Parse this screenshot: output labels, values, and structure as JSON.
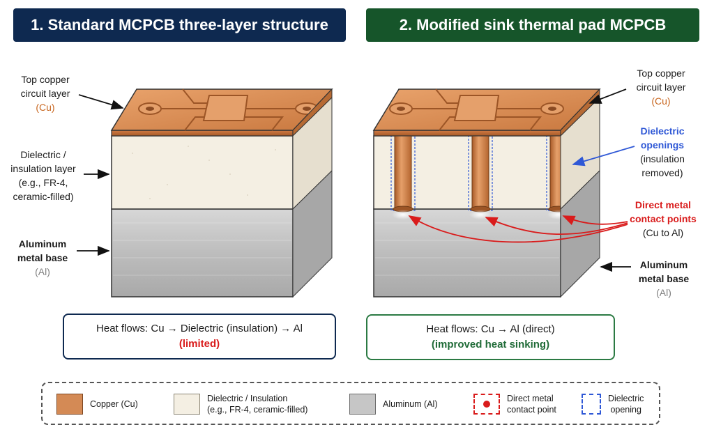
{
  "titles": {
    "left": "1. Standard MCPCB three-layer structure",
    "right": "2. Modified sink thermal pad MCPCB"
  },
  "colors": {
    "copper": "#d48a55",
    "dielectric": "#f4efe3",
    "aluminum": "#c6c6c6",
    "navy": "#0e2950",
    "green": "#16552a",
    "red": "#d91b1b",
    "blue": "#2f58d6"
  },
  "left_labels": {
    "copper": [
      "Top copper",
      "circuit layer",
      "(Cu)"
    ],
    "dielectric": [
      "Dielectric /",
      "insulation layer",
      "(e.g., FR-4,",
      "ceramic-filled)"
    ],
    "aluminum": [
      "Aluminum",
      "metal base",
      "(Al)"
    ]
  },
  "right_labels": {
    "copper": [
      "Top copper",
      "circuit layer",
      "(Cu)"
    ],
    "openings": [
      "Dielectric",
      "openings",
      "(insulation",
      "removed)"
    ],
    "contacts": [
      "Direct metal",
      "contact points",
      "(Cu to Al)"
    ],
    "aluminum": [
      "Aluminum",
      "metal base",
      "(Al)"
    ]
  },
  "flow_left": {
    "line1": "Heat flows:   Cu → Dielectric (insulation) → Al",
    "line2": "(limited)"
  },
  "flow_right": {
    "line1": "Heat flows:   Cu → Al (direct)",
    "line2": "(improved heat sinking)"
  },
  "legend": [
    {
      "icon": "copper-swatch",
      "lines": [
        "Copper (Cu)"
      ]
    },
    {
      "icon": "dielectric-swatch",
      "lines": [
        "Dielectric / Insulation",
        "(e.g., FR-4, ceramic-filled)"
      ]
    },
    {
      "icon": "aluminum-swatch",
      "lines": [
        "Aluminum (Al)"
      ]
    },
    {
      "icon": "contact-point-icon",
      "lines": [
        "Direct metal",
        "contact point"
      ]
    },
    {
      "icon": "dielectric-opening-icon",
      "lines": [
        "Dielectric",
        "opening"
      ]
    }
  ]
}
